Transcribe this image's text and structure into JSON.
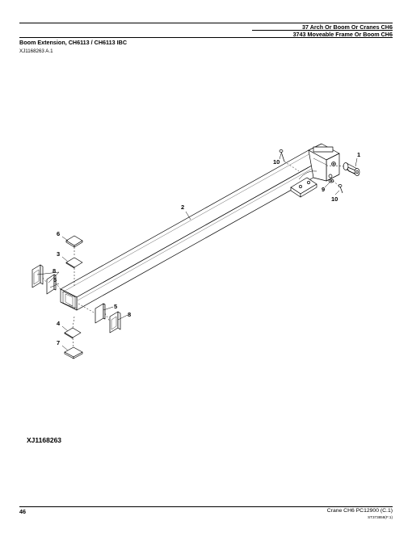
{
  "header": {
    "line1": "37  Arch  Or  Boom  Or  Cranes  CH6",
    "line2": "3743  Moveable  Frame  Or  Boom  CH6"
  },
  "section": {
    "title": "Boom Extension, CH6113 / CH6113 IBC",
    "reference": "XJ1168263 A.1"
  },
  "diagram": {
    "callouts": {
      "c1": "1",
      "c2": "2",
      "c3": "3",
      "c4": "4",
      "c5a": "5",
      "c5b": "5",
      "c6": "6",
      "c7": "7",
      "c8a": "8",
      "c8b": "8",
      "c9": "9",
      "c10a": "10",
      "c10b": "10"
    },
    "figure_id": "XJ1168263"
  },
  "footer": {
    "page_number": "46",
    "catalog": "Crane CH6    PC12900    (C.1)",
    "code": "ST373858(F:1)"
  }
}
